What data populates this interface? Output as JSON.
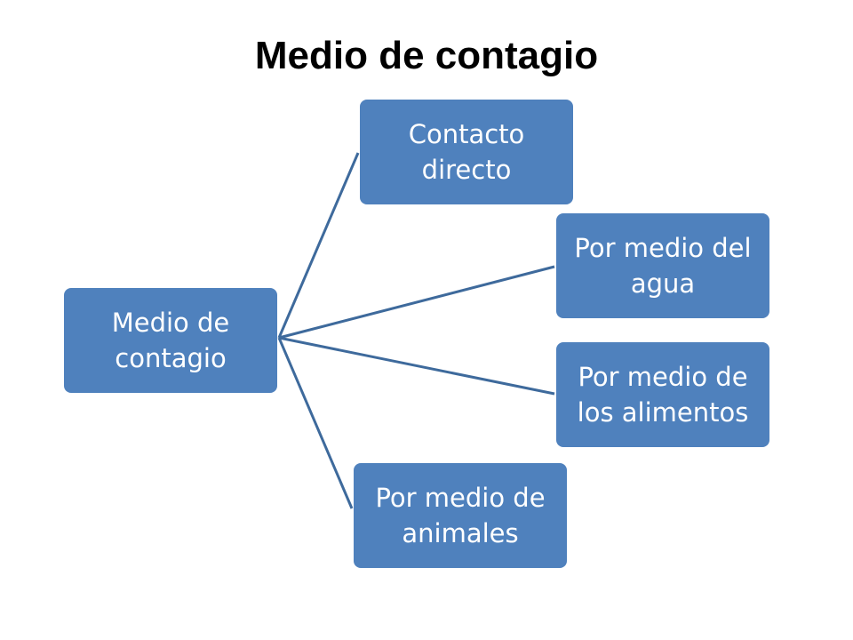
{
  "title": "Medio de contagio",
  "colors": {
    "node_fill": "#4F81BD",
    "node_text": "#FFFFFF",
    "connector": "#3E6A9C",
    "title_text": "#000000"
  },
  "diagram": {
    "type": "horizontal-hierarchy",
    "root": {
      "label": "Medio de contagio"
    },
    "children": [
      {
        "label": "Contacto directo"
      },
      {
        "label": "Por medio del agua"
      },
      {
        "label": "Por medio de los alimentos"
      },
      {
        "label": "Por medio de animales"
      }
    ]
  }
}
